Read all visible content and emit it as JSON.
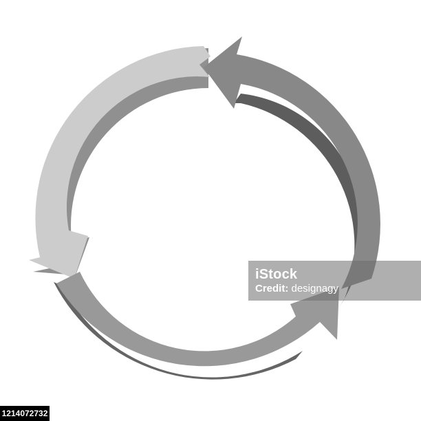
{
  "image": {
    "subject": "three-arrow-cycle",
    "colors": {
      "background": "#ffffff",
      "arrow_light": "#cccccc",
      "arrow_light_side": "#909090",
      "arrow_dark": "#888888",
      "arrow_dark_side": "#5d5d5d",
      "arrow_mid": "#999999",
      "arrow_mid_side": "#656565"
    }
  },
  "watermark": {
    "brand": "iStock",
    "credit_prefix": "Credit: ",
    "credit_name": "designagy"
  },
  "image_id": "1214072732"
}
